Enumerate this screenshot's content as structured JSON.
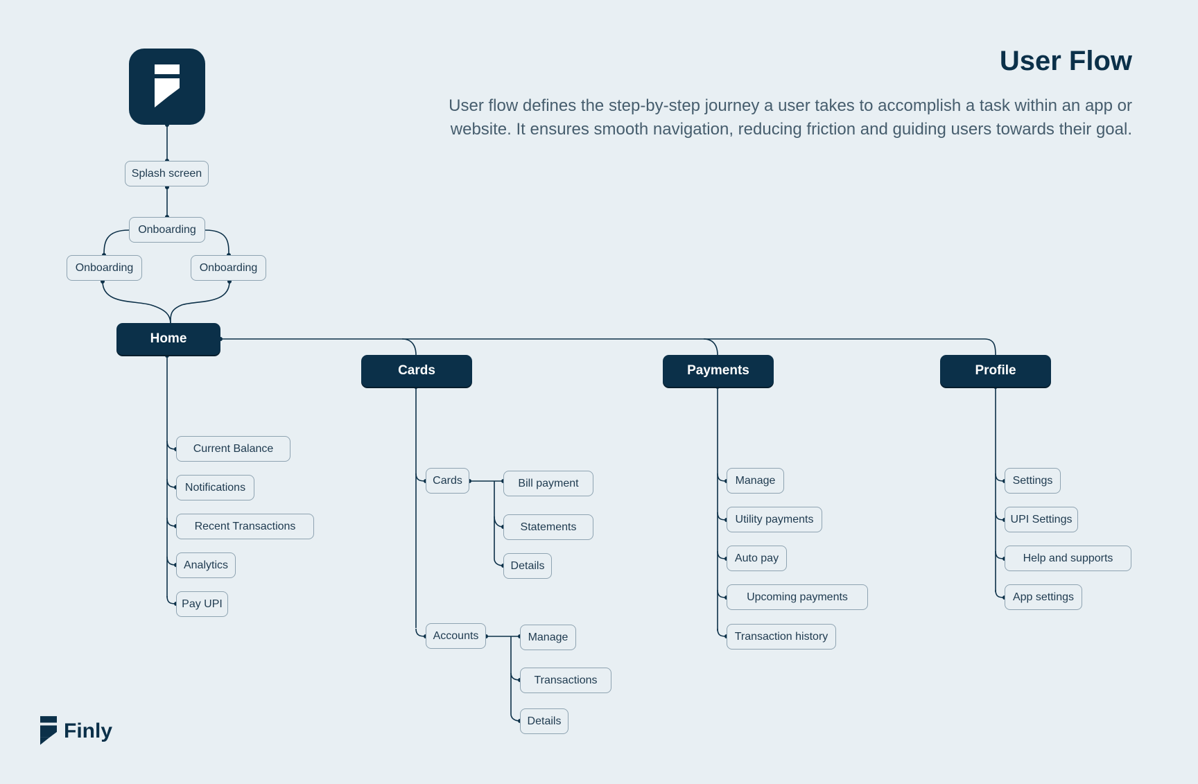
{
  "header": {
    "title": "User Flow",
    "description": "User flow defines the step-by-step journey a user takes to accomplish a task within an app or website. It ensures smooth navigation, reducing friction and guiding users towards their goal."
  },
  "brand": {
    "name": "Finly",
    "logo_icon": "finly-logo-icon"
  },
  "colors": {
    "primary": "#0b3049",
    "background": "#e8eff3",
    "line": "#0c3048",
    "node_border": "#8ea3b1"
  },
  "flow": {
    "splash": "Splash screen",
    "onboarding": [
      "Onboarding",
      "Onboarding",
      "Onboarding"
    ],
    "home": {
      "label": "Home",
      "items": [
        "Current Balance",
        "Notifications",
        "Recent Transactions",
        "Analytics",
        "Pay UPI"
      ]
    },
    "cards": {
      "label": "Cards",
      "cards_group": {
        "label": "Cards",
        "items": [
          "Bill payment",
          "Statements",
          "Details"
        ]
      },
      "accounts_group": {
        "label": "Accounts",
        "items": [
          "Manage",
          "Transactions",
          "Details"
        ]
      }
    },
    "payments": {
      "label": "Payments",
      "items": [
        "Manage",
        "Utility payments",
        "Auto pay",
        "Upcoming payments",
        "Transaction history"
      ]
    },
    "profile": {
      "label": "Profile",
      "items": [
        "Settings",
        "UPI Settings",
        "Help and supports",
        "App settings"
      ]
    }
  }
}
